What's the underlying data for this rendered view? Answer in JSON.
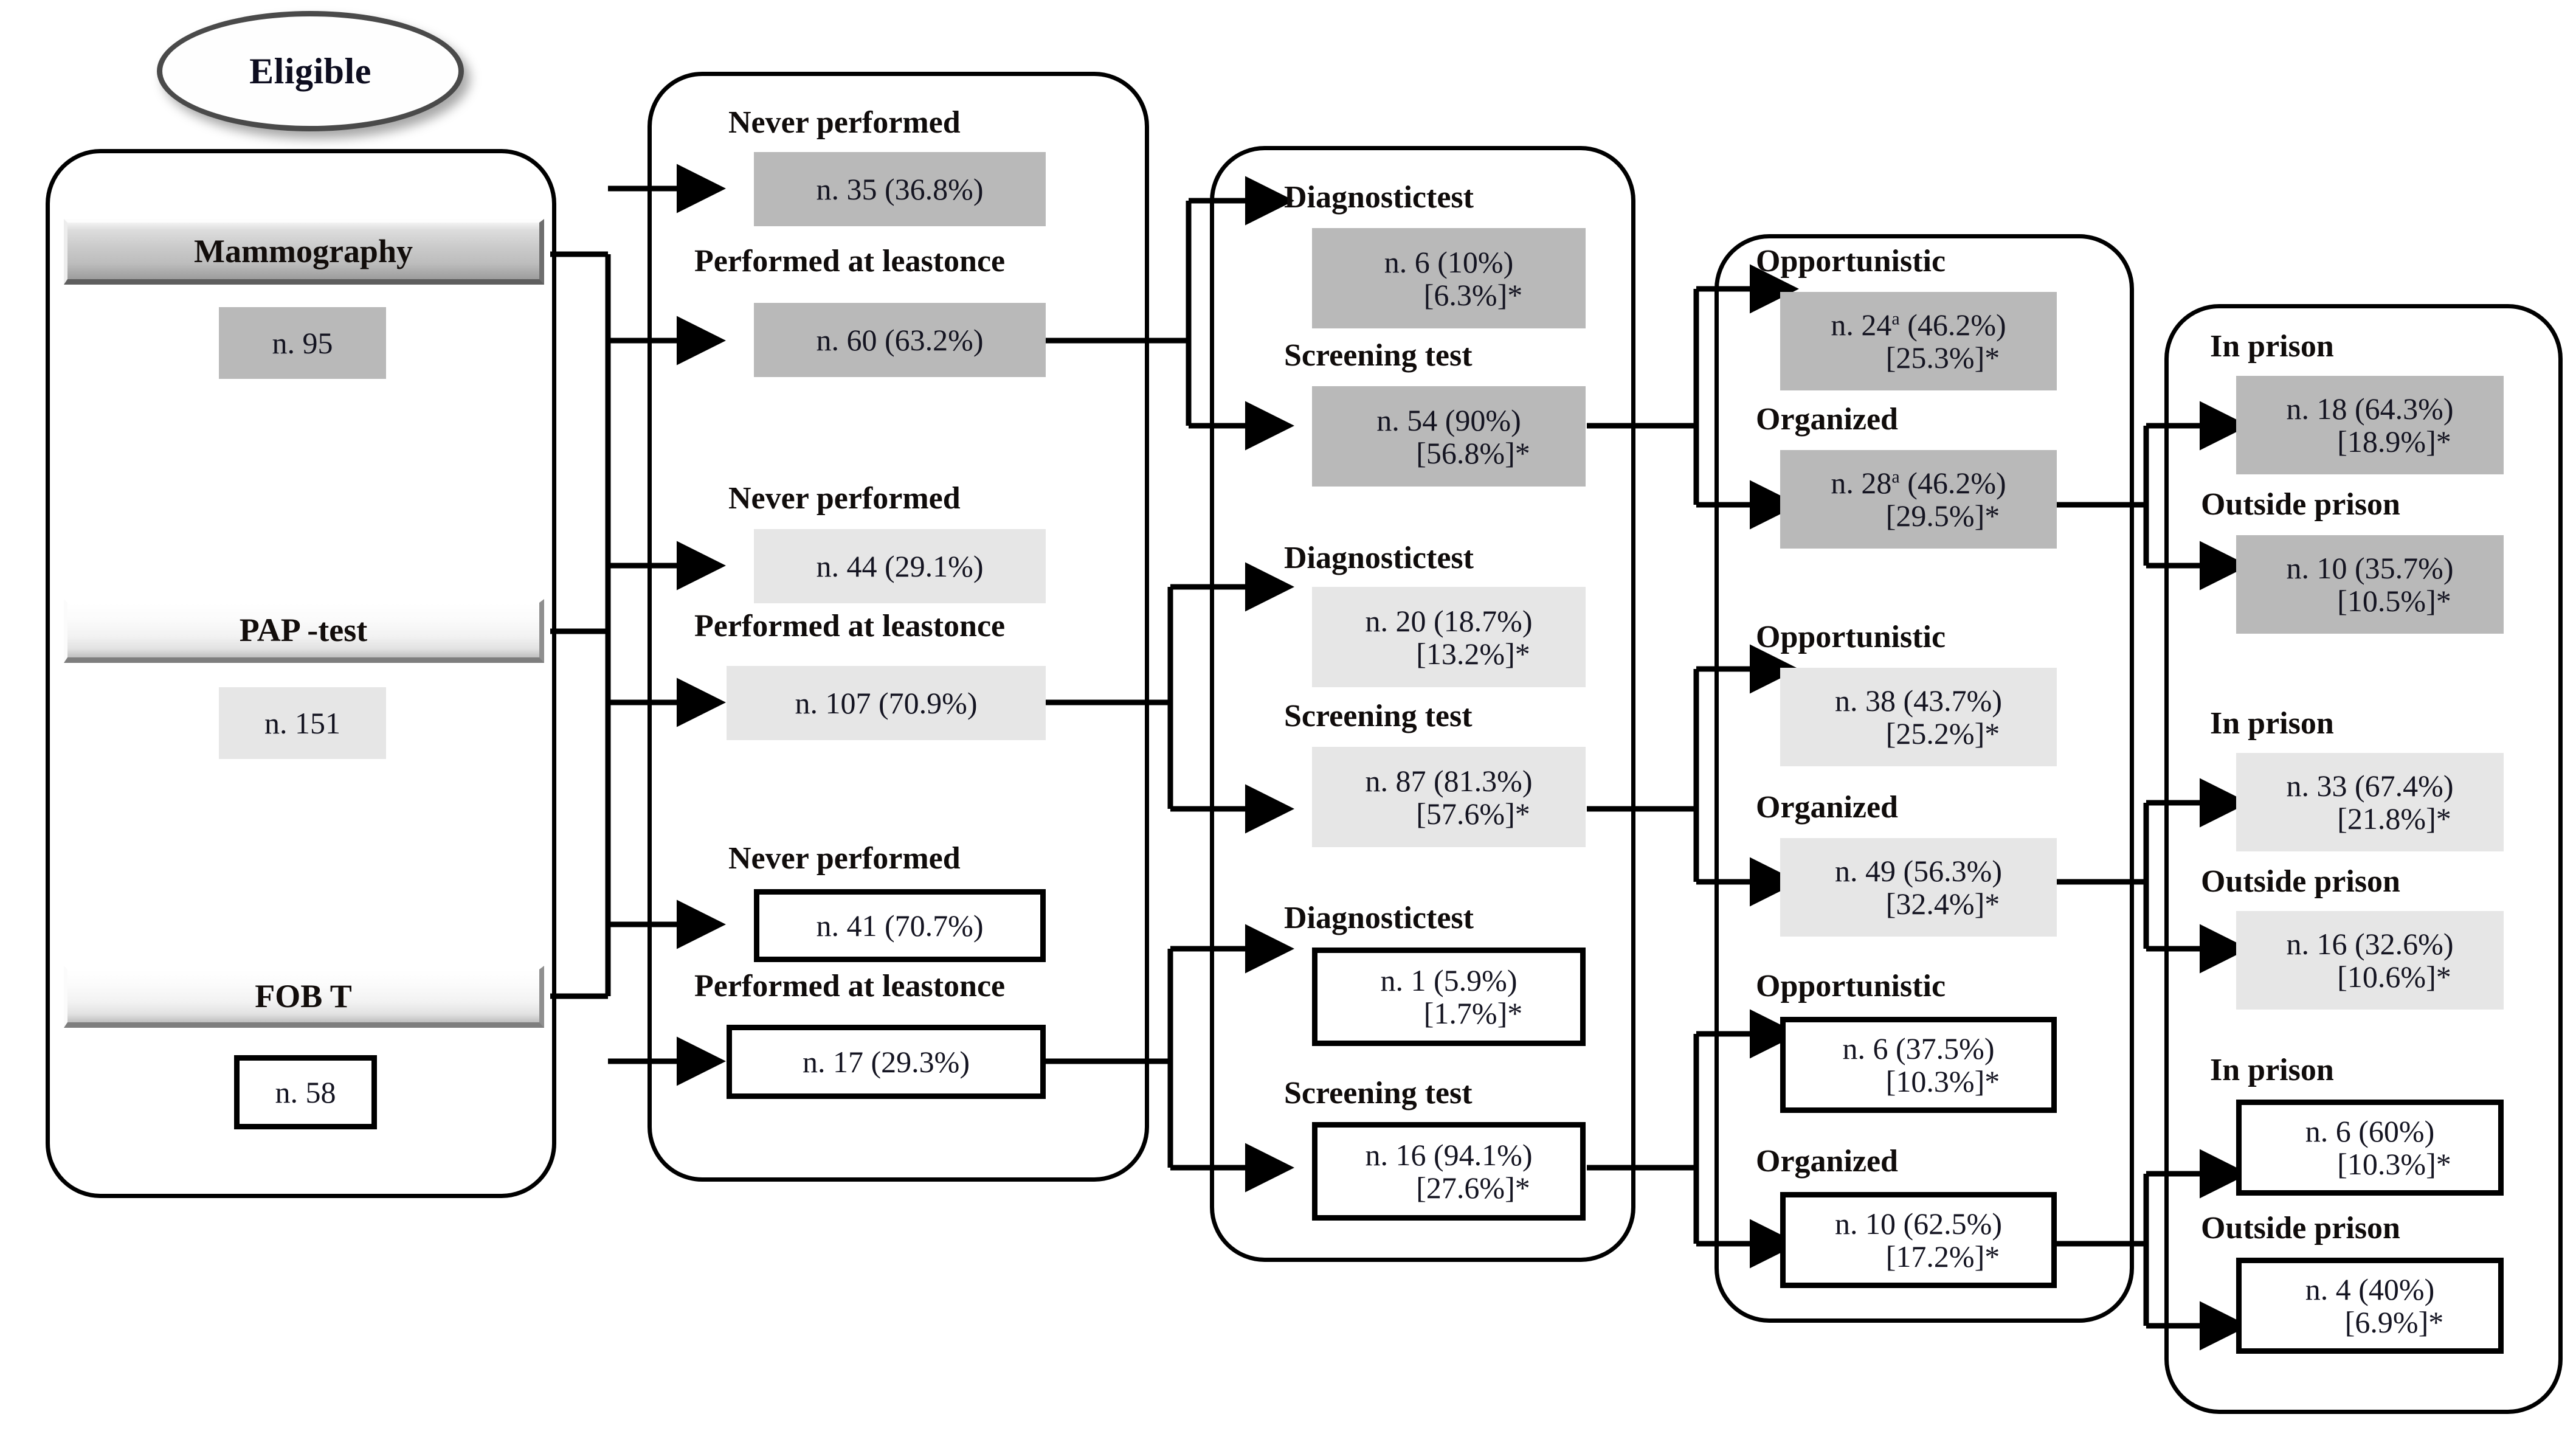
{
  "diagram": {
    "title_node": {
      "label": "Eligible"
    },
    "colors": {
      "fill_dark": "#b9b9b9",
      "fill_light": "#e6e6e6",
      "outline": "#000000",
      "text": "#141421"
    },
    "columns": [
      {
        "name": "screening-programme"
      },
      {
        "name": "participation"
      },
      {
        "name": "test-type"
      },
      {
        "name": "screening-modality"
      },
      {
        "name": "location"
      }
    ],
    "programmes": [
      {
        "key": "mammography",
        "label": "Mammography",
        "total": "n. 95",
        "style": "dark",
        "participation": [
          {
            "heading": "Never performed",
            "lines": [
              "n. 35 (36.8%)"
            ]
          },
          {
            "heading": "Performed at leastonce",
            "lines": [
              "n. 60 (63.2%)"
            ]
          }
        ],
        "test_type": [
          {
            "heading": "Diagnostictest",
            "lines": [
              "n. 6 (10%)",
              "[6.3%]*"
            ]
          },
          {
            "heading": "Screening test",
            "lines": [
              "n. 54 (90%)",
              "[56.8%]*"
            ]
          }
        ],
        "modality": [
          {
            "heading": "Opportunistic",
            "lines": [
              "n. 24a (46.2%)",
              "[25.3%]*"
            ],
            "sup": "a",
            "num": "n. 24",
            "rest": " (46.2%)"
          },
          {
            "heading": "Organized",
            "lines": [
              "n. 28a (46.2%)",
              "[29.5%]*"
            ],
            "sup": "a",
            "num": "n. 28",
            "rest": " (46.2%)"
          }
        ],
        "location": [
          {
            "heading": "In prison",
            "lines": [
              "n. 18 (64.3%)",
              "[18.9%]*"
            ]
          },
          {
            "heading": "Outside prison",
            "lines": [
              "n. 10 (35.7%)",
              "[10.5%]*"
            ]
          }
        ]
      },
      {
        "key": "pap-test",
        "label": "PAP -test",
        "total": "n. 151",
        "style": "light",
        "participation": [
          {
            "heading": "Never performed",
            "lines": [
              "n. 44 (29.1%)"
            ]
          },
          {
            "heading": "Performed at leastonce",
            "lines": [
              "n. 107 (70.9%)"
            ]
          }
        ],
        "test_type": [
          {
            "heading": "Diagnostictest",
            "lines": [
              "n. 20 (18.7%)",
              "[13.2%]*"
            ]
          },
          {
            "heading": "Screening test",
            "lines": [
              "n. 87 (81.3%)",
              "[57.6%]*"
            ]
          }
        ],
        "modality": [
          {
            "heading": "Opportunistic",
            "lines": [
              "n. 38 (43.7%)",
              "[25.2%]*"
            ]
          },
          {
            "heading": "Organized",
            "lines": [
              "n. 49 (56.3%)",
              "[32.4%]*"
            ]
          }
        ],
        "location": [
          {
            "heading": "In prison",
            "lines": [
              "n. 33 (67.4%)",
              "[21.8%]*"
            ]
          },
          {
            "heading": "Outside prison",
            "lines": [
              "n. 16 (32.6%)",
              "[10.6%]*"
            ]
          }
        ]
      },
      {
        "key": "fobt",
        "label": "FOB T",
        "total": "n. 58",
        "style": "outline",
        "participation": [
          {
            "heading": "Never performed",
            "lines": [
              "n. 41 (70.7%)"
            ]
          },
          {
            "heading": "Performed at leastonce",
            "lines": [
              "n. 17 (29.3%)"
            ]
          }
        ],
        "test_type": [
          {
            "heading": "Diagnostictest",
            "lines": [
              "n. 1 (5.9%)",
              "[1.7%]*"
            ]
          },
          {
            "heading": "Screening test",
            "lines": [
              "n. 16 (94.1%)",
              "[27.6%]*"
            ]
          }
        ],
        "modality": [
          {
            "heading": "Opportunistic",
            "lines": [
              "n. 6 (37.5%)",
              "[10.3%]*"
            ]
          },
          {
            "heading": "Organized",
            "lines": [
              "n. 10 (62.5%)",
              "[17.2%]*"
            ]
          }
        ],
        "location": [
          {
            "heading": "In prison",
            "lines": [
              "n. 6 (60%)",
              "[10.3%]*"
            ]
          },
          {
            "heading": "Outside prison",
            "lines": [
              "n. 4 (40%)",
              "[6.9%]*"
            ]
          }
        ]
      }
    ]
  }
}
